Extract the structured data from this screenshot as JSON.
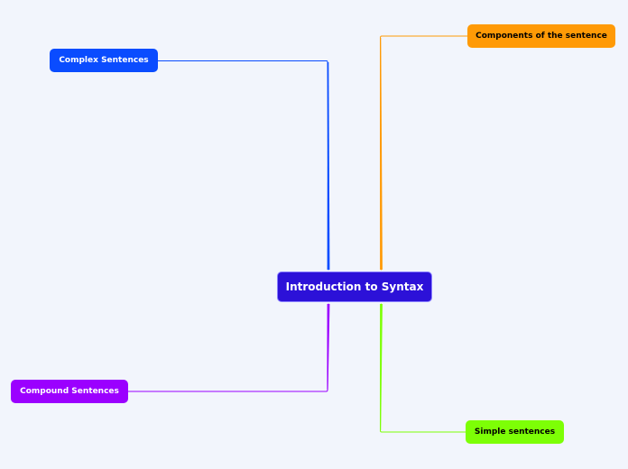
{
  "mindmap": {
    "central": {
      "label": "Introduction to Syntax",
      "color": "#2c11d8",
      "text_color": "#ffffff"
    },
    "topics": {
      "complex": {
        "label": "Complex Sentences",
        "color": "#0a4cff",
        "text_color": "#ffffff"
      },
      "components": {
        "label": "Components of the sentence",
        "color": "#ff9a06",
        "text_color": "#000000"
      },
      "compound": {
        "label": "Compound Sentences",
        "color": "#9b00ff",
        "text_color": "#ffffff"
      },
      "simple": {
        "label": "Simple sentences",
        "color": "#7dff06",
        "text_color": "#000000"
      }
    }
  }
}
